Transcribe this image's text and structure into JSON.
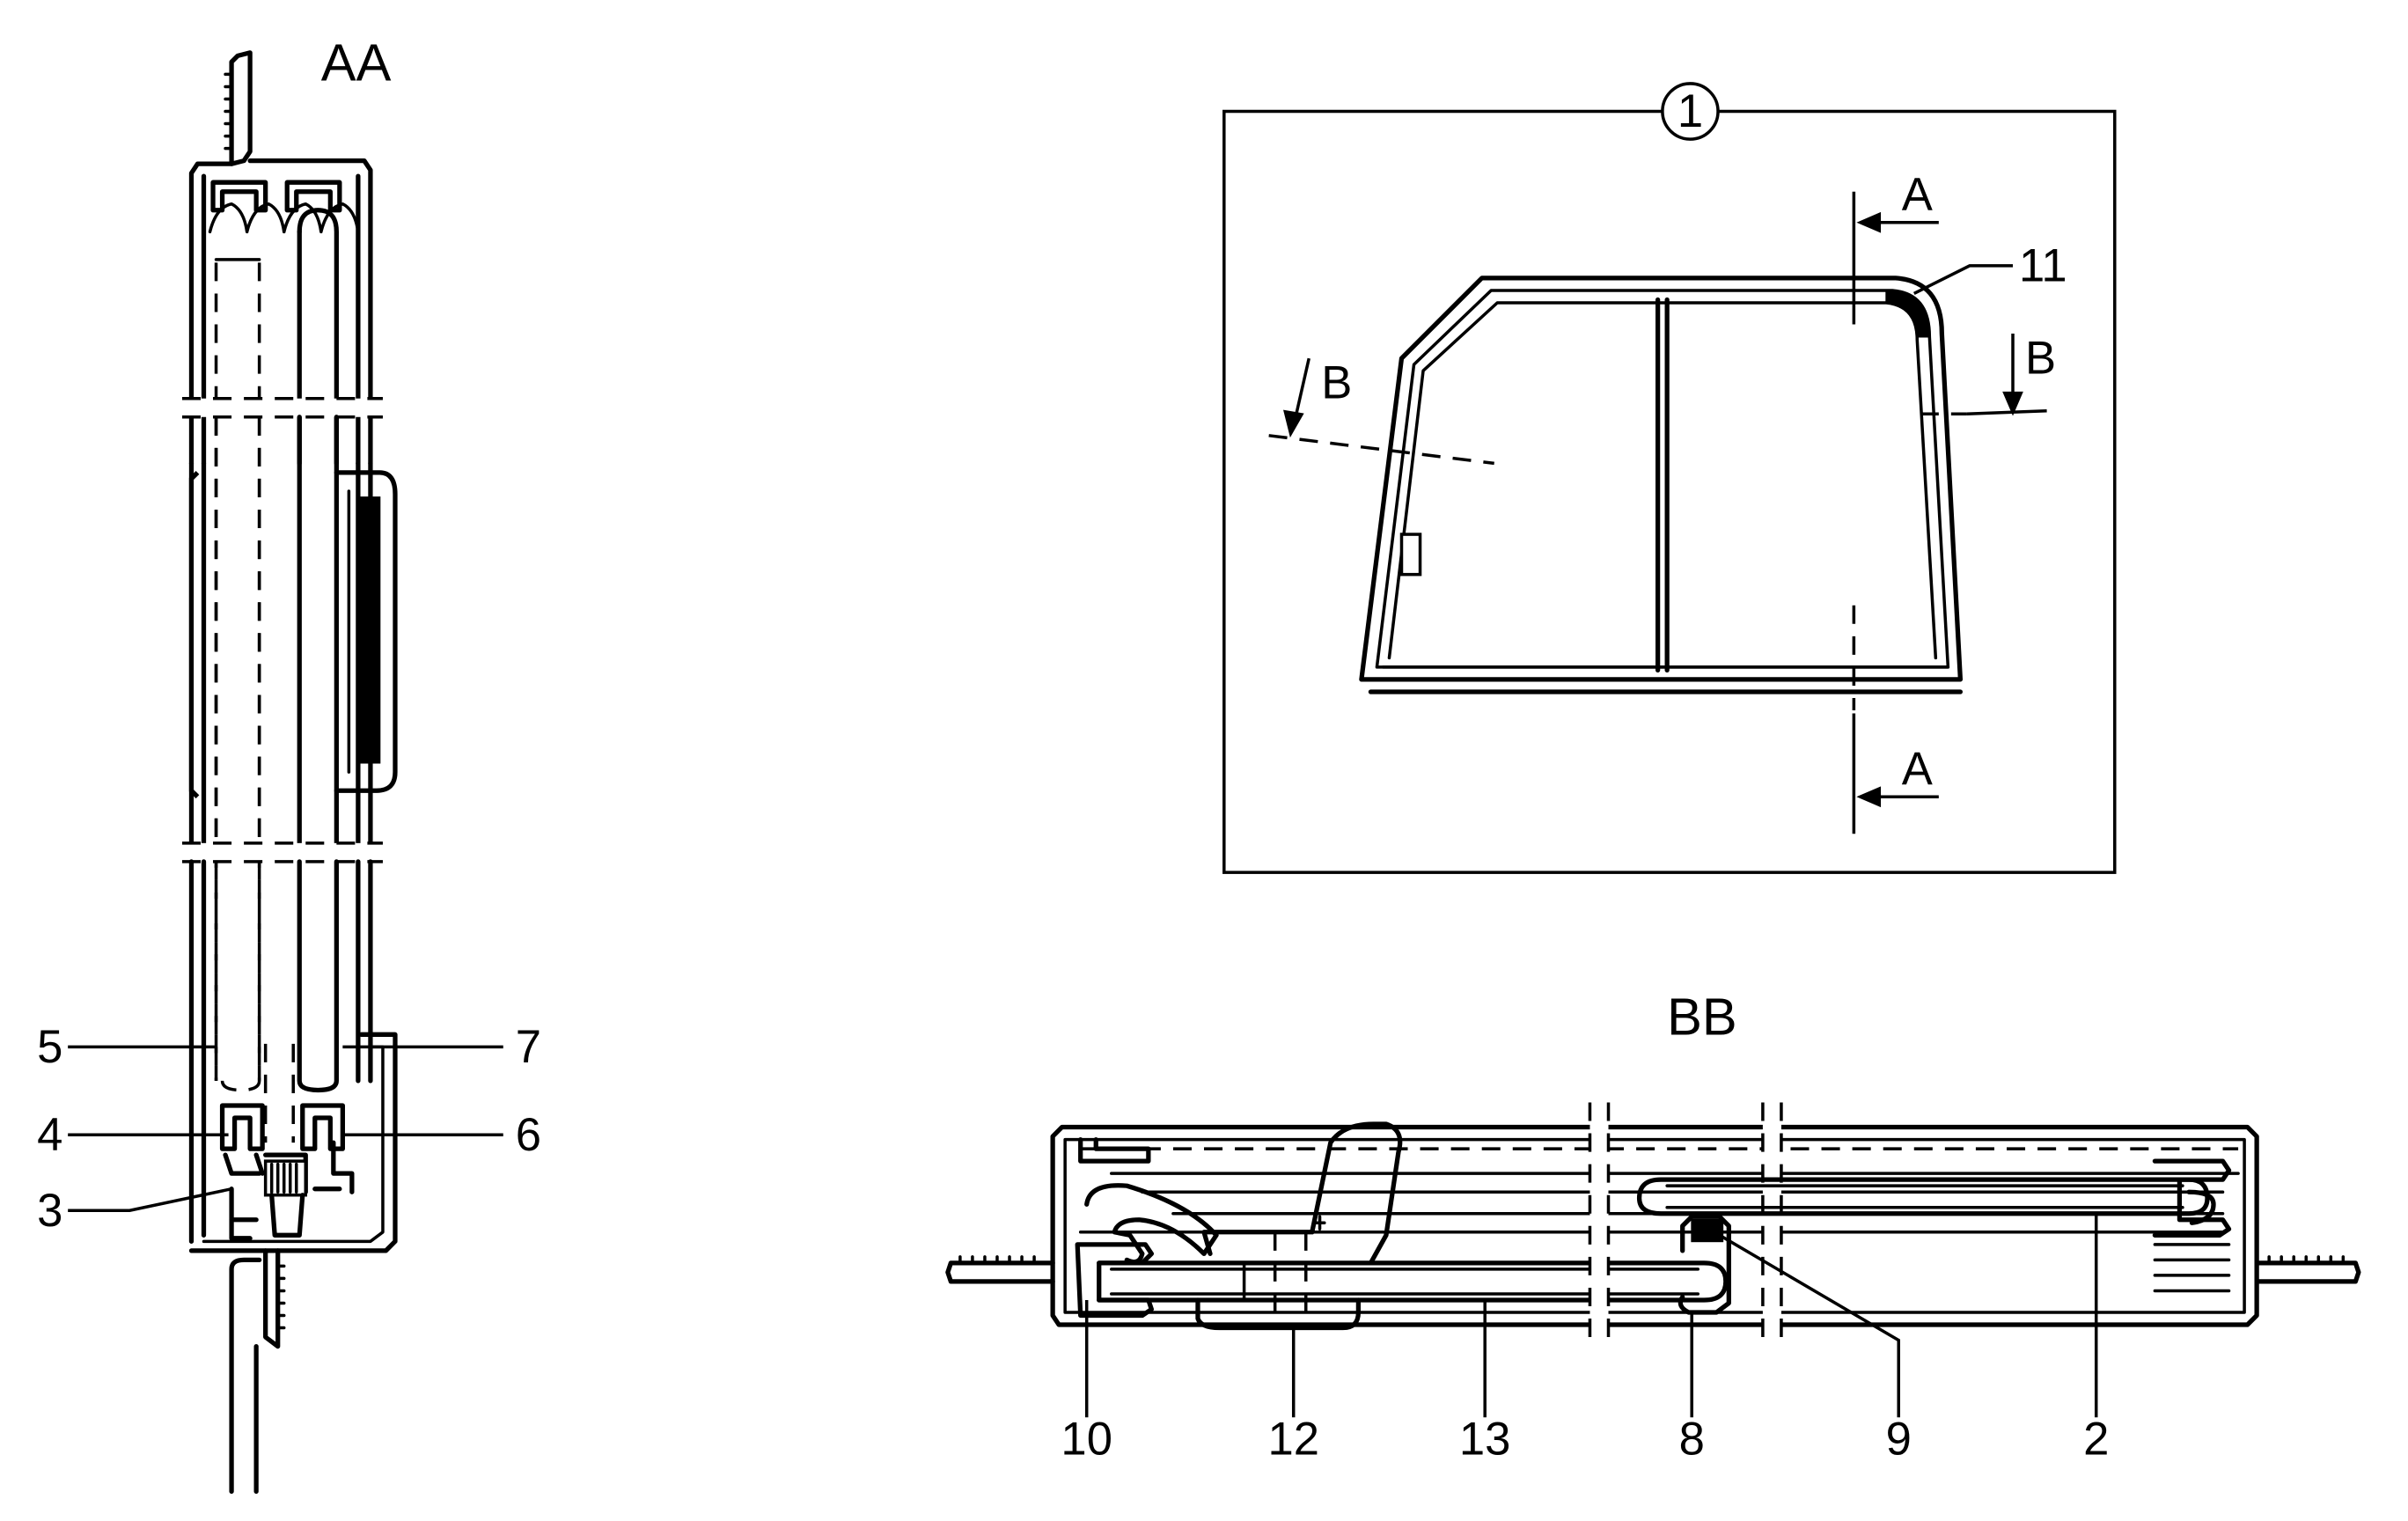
{
  "titles": {
    "section_aa": "AA",
    "section_bb": "BB",
    "detail_circle": "1"
  },
  "section_marks": {
    "a_top": "A",
    "a_bottom": "A",
    "b_left": "B",
    "b_right": "B"
  },
  "callouts": {
    "c5": "5",
    "c4": "4",
    "c3": "3",
    "c7": "7",
    "c6": "6",
    "c11": "11",
    "c10": "10",
    "c12": "12",
    "c13": "13",
    "c8": "8",
    "c9": "9",
    "c2": "2"
  }
}
